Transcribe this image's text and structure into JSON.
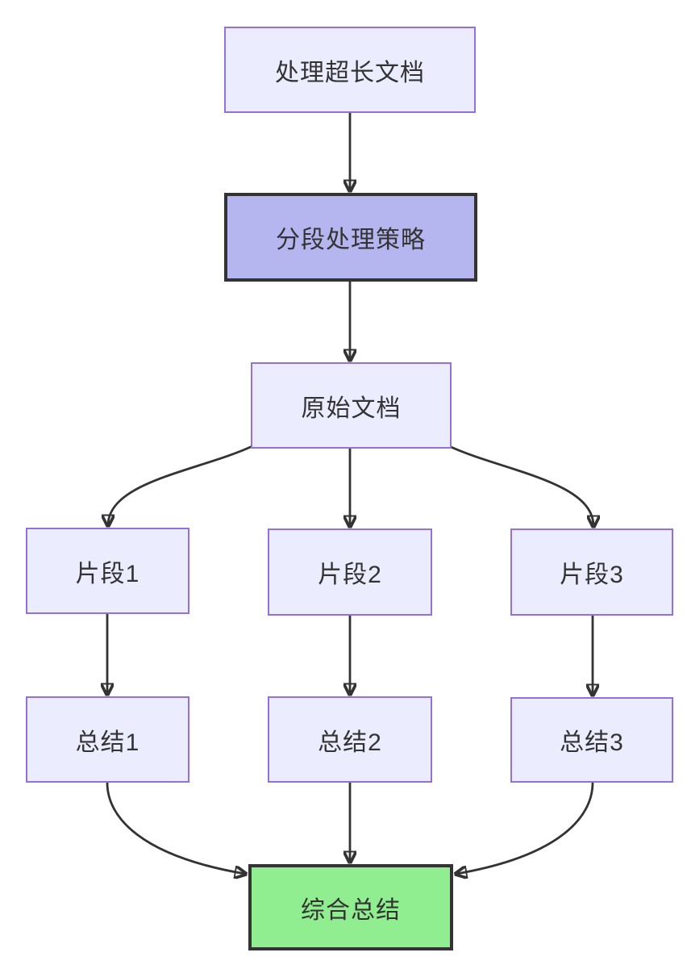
{
  "diagram": {
    "type": "flowchart",
    "direction": "top-down",
    "background_color": "#FFFFFF",
    "edge_color": "#333333",
    "text_color": "#333333",
    "colors": {
      "default_node_fill": "#ECECFF",
      "default_node_border": "#9370DB",
      "strategy_node_fill": "#B5B5F0",
      "strategy_node_border": "#333333",
      "final_node_fill": "#90EE90",
      "final_node_border": "#333333"
    },
    "nodes": {
      "task": {
        "label": "处理超长文档"
      },
      "strategy": {
        "label": "分段处理策略"
      },
      "source": {
        "label": "原始文档"
      },
      "segment1": {
        "label": "片段1"
      },
      "segment2": {
        "label": "片段2"
      },
      "segment3": {
        "label": "片段3"
      },
      "summary1": {
        "label": "总结1"
      },
      "summary2": {
        "label": "总结2"
      },
      "summary3": {
        "label": "总结3"
      },
      "final": {
        "label": "综合总结"
      }
    },
    "edges": [
      {
        "from": "处理超长文档",
        "to": "分段处理策略"
      },
      {
        "from": "分段处理策略",
        "to": "原始文档"
      },
      {
        "from": "原始文档",
        "to": "片段1"
      },
      {
        "from": "原始文档",
        "to": "片段2"
      },
      {
        "from": "原始文档",
        "to": "片段3"
      },
      {
        "from": "片段1",
        "to": "总结1"
      },
      {
        "from": "片段2",
        "to": "总结2"
      },
      {
        "from": "片段3",
        "to": "总结3"
      },
      {
        "from": "总结1",
        "to": "综合总结"
      },
      {
        "from": "总结2",
        "to": "综合总结"
      },
      {
        "from": "总结3",
        "to": "综合总结"
      }
    ]
  }
}
